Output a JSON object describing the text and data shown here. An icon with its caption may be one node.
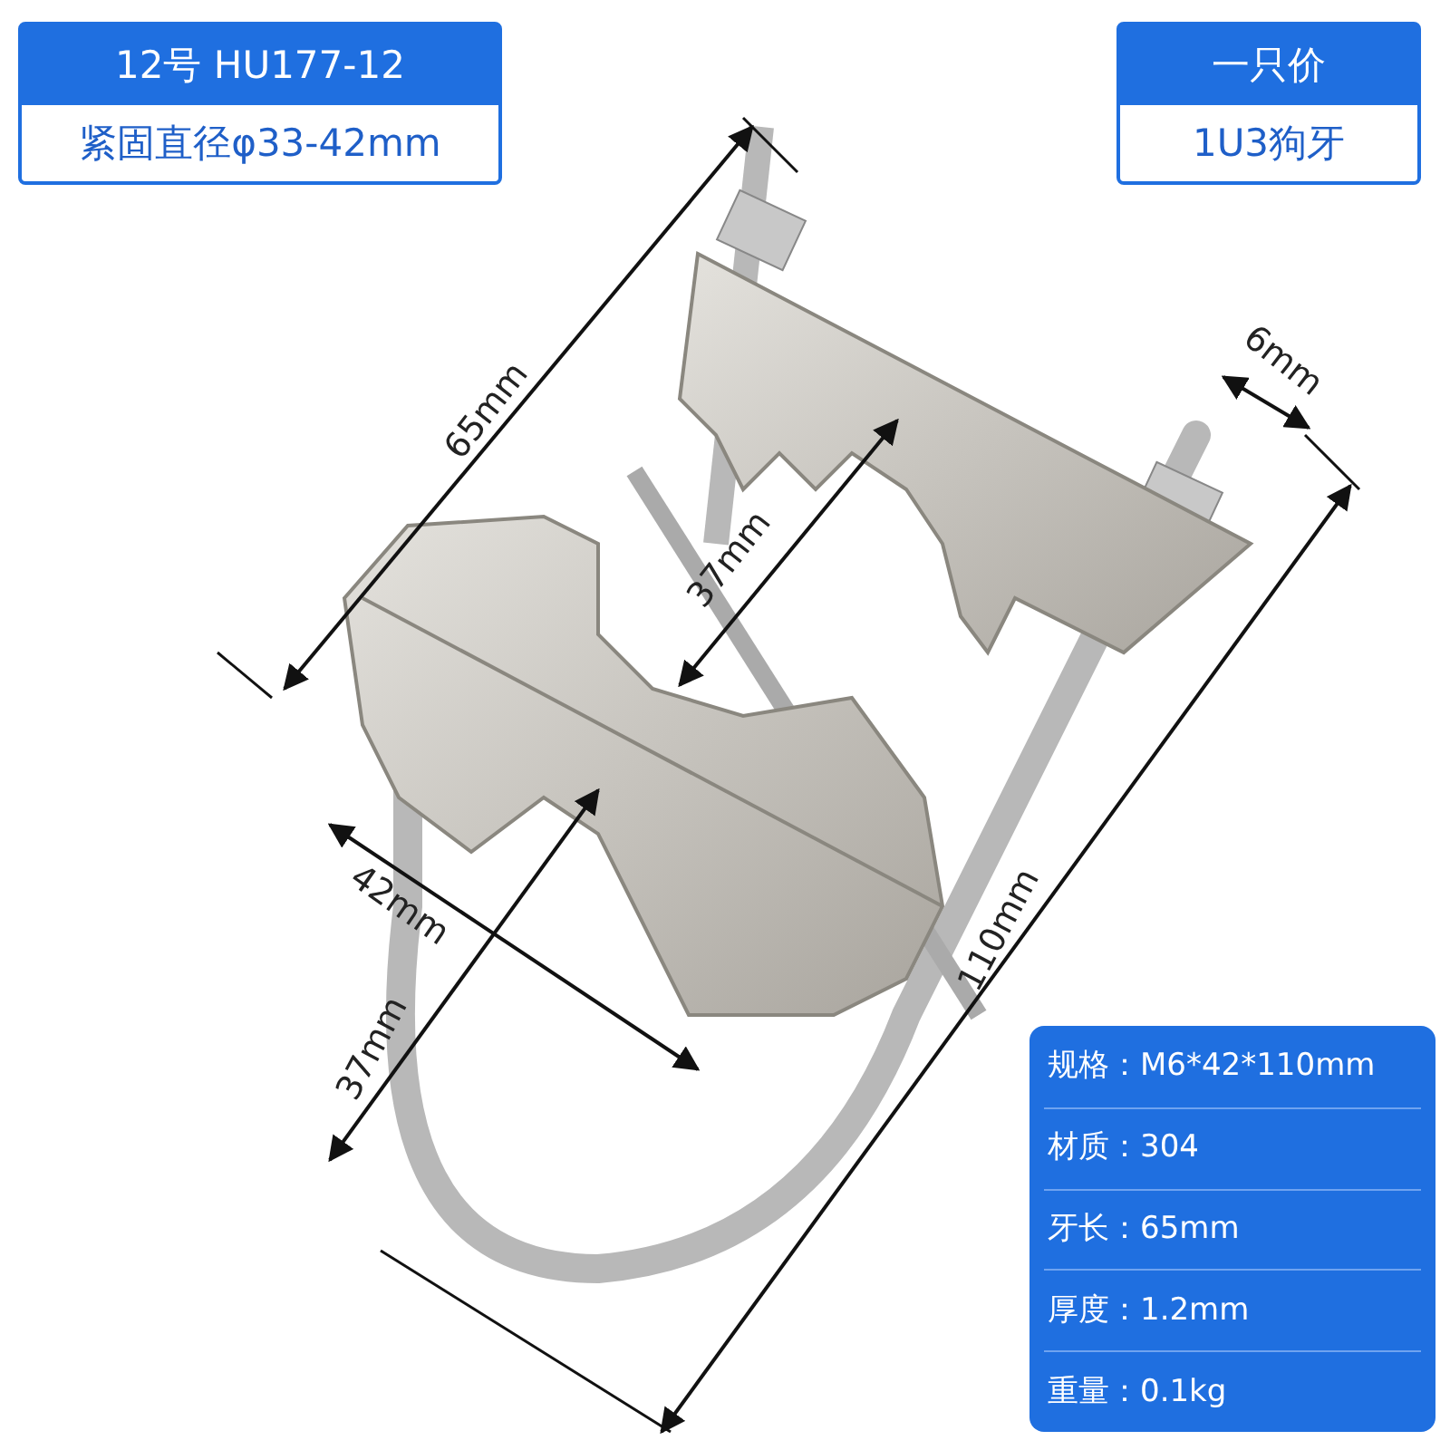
{
  "diagram": {
    "nodes": [
      {
        "text": [
          "12号 HU177-12",
          "紧固直径φ33-42mm"
        ]
      },
      {
        "text": [
          "一只价",
          "1U3狗牙"
        ]
      },
      {
        "text": [
          "规格：M6*42*110mm",
          "材质：304",
          "牙长：65mm",
          "厚度：1.2mm",
          "重量：0.1kg"
        ]
      }
    ],
    "labels": [
      "65mm",
      "6mm",
      "37mm",
      "110mm",
      "42mm",
      "37mm"
    ]
  }
}
